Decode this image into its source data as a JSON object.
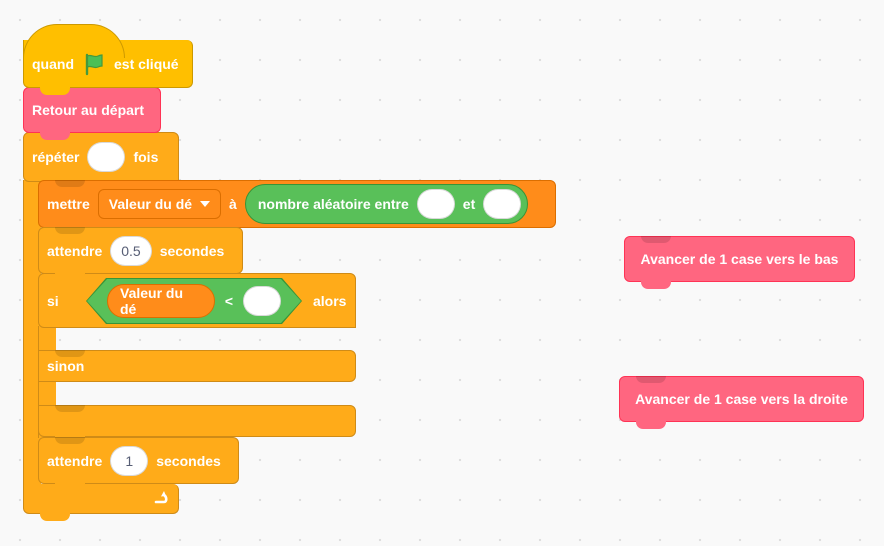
{
  "events": {
    "when_label": "quand",
    "clicked_label": "est cliqué",
    "flag_icon": "green-flag-icon",
    "color": "#ffbf00"
  },
  "custom_blocks": {
    "reset": "Retour au départ",
    "move_down": "Avancer de 1 case vers le bas",
    "move_right": "Avancer de 1 case vers la droite",
    "color": "#ff6680"
  },
  "repeat": {
    "label": "répéter",
    "count_value": "",
    "times_label": "fois",
    "loop_icon": "loop-arrow-icon",
    "color": "#ffab19"
  },
  "set_var": {
    "label": "mettre",
    "variable": "Valeur du dé",
    "to_label": "à",
    "color": "#ff8c1a"
  },
  "random": {
    "label": "nombre aléatoire entre",
    "from_value": "",
    "and_label": "et",
    "to_value": "",
    "color": "#59c059"
  },
  "wait1": {
    "label": "attendre",
    "value": "0.5",
    "unit": "secondes"
  },
  "if_else": {
    "if_label": "si",
    "then_label": "alors",
    "else_label": "sinon"
  },
  "compare": {
    "variable": "Valeur du dé",
    "operator": "<",
    "value": ""
  },
  "wait2": {
    "label": "attendre",
    "value": "1",
    "unit": "secondes"
  }
}
